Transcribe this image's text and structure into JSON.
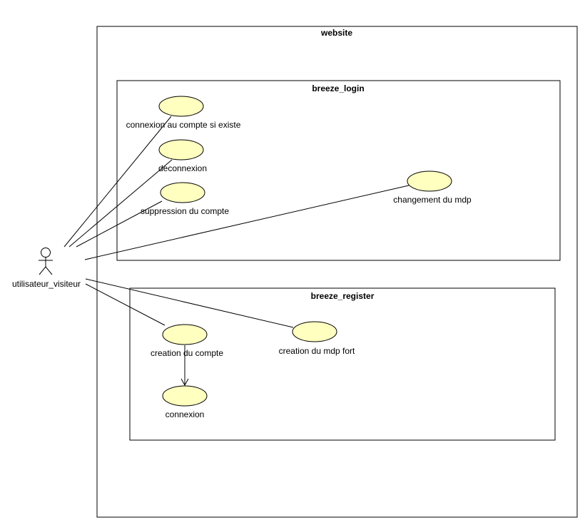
{
  "diagram": {
    "system": {
      "title": "website"
    },
    "packages": {
      "login": {
        "title": "breeze_login"
      },
      "register": {
        "title": "breeze_register"
      }
    },
    "actor": {
      "name": "utilisateur_visiteur"
    },
    "use_cases": {
      "connexion_compte": "connexion au compte si existe",
      "deconnexion": "deconnexion",
      "suppression": "suppression du compte",
      "changement_mdp": "changement du mdp",
      "creation_compte": "creation du compte",
      "creation_mdp_fort": "creation du mdp fort",
      "connexion": "connexion"
    },
    "colors": {
      "use_case_fill": "#ffffc0",
      "stroke": "#000000",
      "background": "#ffffff"
    }
  }
}
